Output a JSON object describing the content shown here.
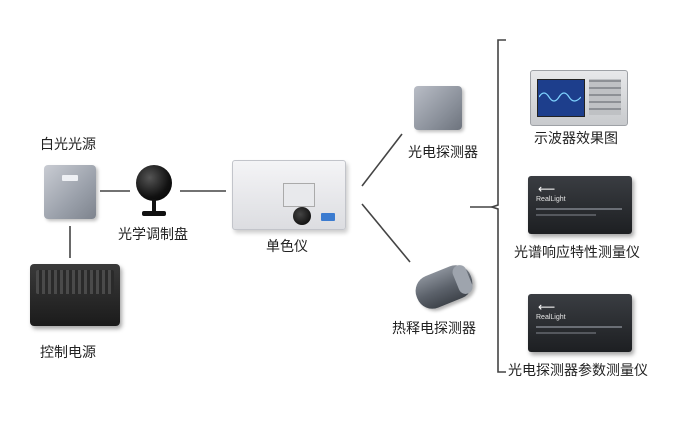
{
  "labels": {
    "white_light_source": "白光光源",
    "control_power": "控制电源",
    "optical_chopper": "光学调制盘",
    "monochromator": "单色仪",
    "photodetector": "光电探测器",
    "thermal_detector": "热释电探测器",
    "oscilloscope_result": "示波器效果图",
    "spectral_response_meter": "光谱响应特性测量仪",
    "param_meter": "光电探测器参数测量仪"
  },
  "instrument_brand": "RealLight",
  "colors": {
    "line": "#444444",
    "device_dark": "#1d1f22",
    "scope_screen": "#1d3e8c"
  }
}
